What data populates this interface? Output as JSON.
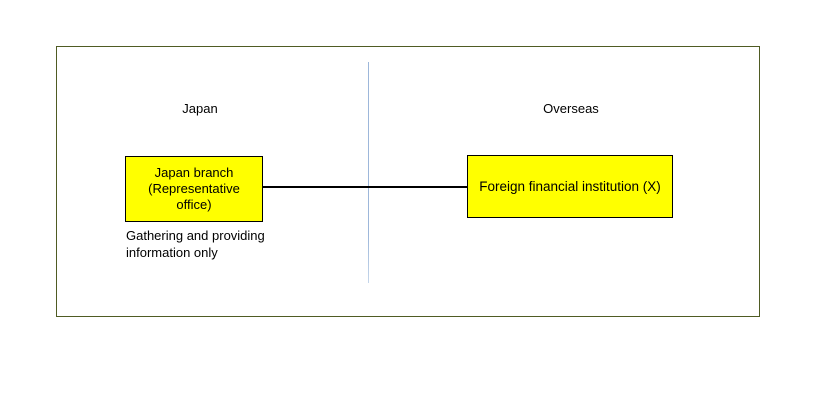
{
  "diagram": {
    "region_labels": {
      "left": "Japan",
      "right": "Overseas"
    },
    "boxes": {
      "japan_branch": {
        "lines": [
          "Japan branch",
          "(Representative",
          "office)"
        ]
      },
      "foreign_institution": {
        "label": "Foreign financial institution (X)"
      }
    },
    "caption": {
      "lines": [
        "Gathering and providing",
        "information only"
      ]
    },
    "colors": {
      "box_fill": "#ffff00",
      "box_border": "#000000",
      "outer_border": "#4f5b23",
      "divider_line": "#9db7da",
      "connector_line": "#000000"
    }
  }
}
